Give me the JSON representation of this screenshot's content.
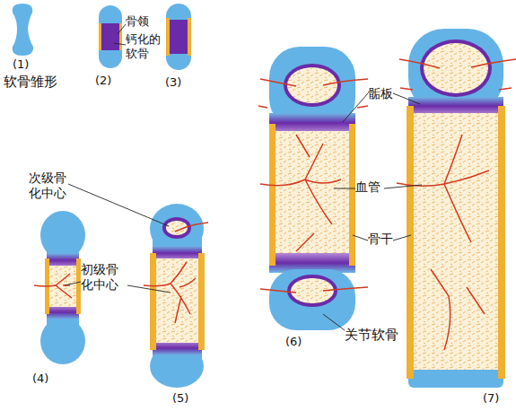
{
  "diagram": {
    "labels": [
      "软骨雏形",
      "(1)",
      "骨领",
      "钙化的软骨",
      "(2)",
      "(3)",
      "次级骨化中心",
      "初级骨化中心",
      "(4)",
      "(5)",
      "骺板",
      "血管",
      "骨干",
      "(6)",
      "关节软骨",
      "(7)"
    ]
  }
}
